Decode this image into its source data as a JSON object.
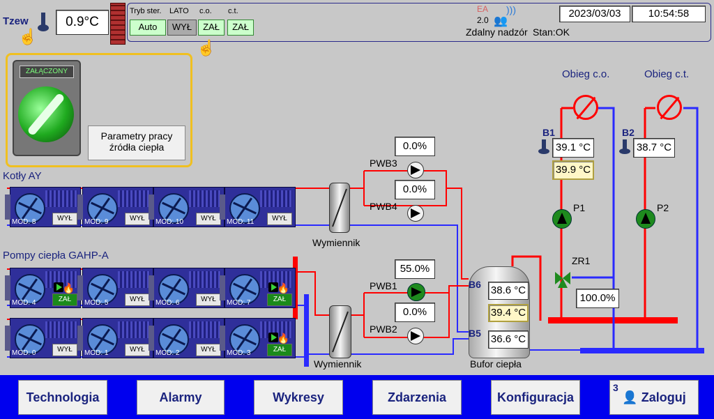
{
  "header": {
    "tzew_label": "Tzew",
    "tzew_value": "0.9°C",
    "tryb_ster_label": "Tryb ster.",
    "lato_label": "LATO",
    "co_label": "c.o.",
    "ct_label": "c.t.",
    "auto_btn": "Auto",
    "lato_btn": "WYŁ",
    "co_btn": "ZAŁ",
    "ct_btn": "ZAŁ",
    "logo_top": "EA",
    "logo_bottom": "2.0",
    "remote_text": "Zdalny nadzór",
    "status_text": "Stan:OK",
    "date": "2023/03/03",
    "time": "10:54:58"
  },
  "source_panel": {
    "state_label": "ZAŁĄCZONY",
    "params_btn_line1": "Parametry pracy",
    "params_btn_line2": "źródła ciepła"
  },
  "sections": {
    "boilers": "Kotły AY",
    "heatpumps": "Pompy ciepła GAHP-A"
  },
  "boiler_units": [
    {
      "mod": "MOD: 8",
      "status": "WYŁ"
    },
    {
      "mod": "MOD: 9",
      "status": "WYŁ"
    },
    {
      "mod": "MOD: 10",
      "status": "WYŁ"
    },
    {
      "mod": "MOD: 11",
      "status": "WYŁ"
    }
  ],
  "hp_row1": [
    {
      "mod": "MOD: 4",
      "status": "ZAŁ"
    },
    {
      "mod": "MOD: 5",
      "status": "WYŁ"
    },
    {
      "mod": "MOD: 6",
      "status": "WYŁ"
    },
    {
      "mod": "MOD: 7",
      "status": "ZAŁ"
    }
  ],
  "hp_row2": [
    {
      "mod": "MOD: 0",
      "status": "WYŁ"
    },
    {
      "mod": "MOD: 1",
      "status": "WYŁ"
    },
    {
      "mod": "MOD: 2",
      "status": "WYŁ"
    },
    {
      "mod": "MOD: 3",
      "status": "ZAŁ"
    }
  ],
  "exchangers": {
    "upper": "Wymiennik",
    "lower": "Wymiennik"
  },
  "pumps": {
    "pwb3_label": "PWB3",
    "pwb3_value": "0.0%",
    "pwb4_label": "PWB4",
    "pwb4_value": "0.0%",
    "pwb1_label": "PWB1",
    "pwb1_value": "55.0%",
    "pwb2_label": "PWB2",
    "pwb2_value": "0.0%"
  },
  "buffer": {
    "label": "Bufor ciepła",
    "b6_label": "B6",
    "b6_value": "38.6 °C",
    "mid_value": "39.4 °C",
    "b5_label": "B5",
    "b5_value": "36.6 °C"
  },
  "circuits": {
    "co_label": "Obieg c.o.",
    "ct_label": "Obieg c.t.",
    "b1_label": "B1",
    "b1_value": "39.1 °C",
    "b1_setpoint": "39.9 °C",
    "b2_label": "B2",
    "b2_value": "38.7 °C",
    "p1_label": "P1",
    "p2_label": "P2",
    "zr1_label": "ZR1",
    "zr1_value": "100.0%"
  },
  "nav": {
    "technologia": "Technologia",
    "alarmy": "Alarmy",
    "wykresy": "Wykresy",
    "zdarzenia": "Zdarzenia",
    "konfiguracja": "Konfiguracja",
    "login_count": "3",
    "zaloguj": "Zaloguj"
  },
  "colors": {
    "supply": "#ff0000",
    "return": "#2a2aff",
    "panel_border": "#f0c020",
    "pump_green": "#1e8a1e",
    "nav_bar": "#0000ee"
  },
  "icons": [
    "thermometer-icon",
    "hand-pointer-icon",
    "brick-wall-icon",
    "remote-signal-icon",
    "users-icon",
    "switch-icon",
    "pump-icon",
    "valve-icon",
    "circulation-off-icon",
    "fan-icon",
    "flame-icon",
    "user-icon"
  ]
}
